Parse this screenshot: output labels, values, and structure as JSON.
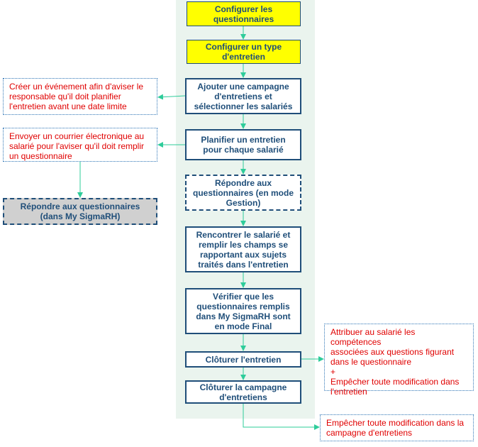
{
  "steps": [
    {
      "id": "s1",
      "lines": [
        "Configurer les",
        "questionnaires"
      ]
    },
    {
      "id": "s2",
      "lines": [
        "Configurer un type",
        "d'entretien"
      ]
    },
    {
      "id": "s3",
      "lines": [
        "Ajouter une campagne",
        "d'entretiens et",
        "sélectionner les salariés"
      ]
    },
    {
      "id": "s4",
      "lines": [
        "Planifier un entretien",
        "pour chaque salarié"
      ]
    },
    {
      "id": "s5",
      "lines": [
        "Répondre aux",
        "questionnaires (en mode",
        "Gestion)"
      ]
    },
    {
      "id": "s6",
      "lines": [
        "Rencontrer le salarié et",
        "remplir les  champs se",
        "rapportant aux sujets",
        "traités dans l'entretien"
      ]
    },
    {
      "id": "s7",
      "lines": [
        "Vérifier que les",
        "questionnaires remplis",
        "dans My SigmaRH sont",
        "en mode Final"
      ]
    },
    {
      "id": "s8",
      "lines": [
        "Clôturer l'entretien"
      ]
    },
    {
      "id": "s9",
      "lines": [
        "Clôturer la campagne",
        "d'entretiens"
      ]
    }
  ],
  "notes": {
    "event": [
      "Créer un événement afin d'aviser  le",
      "responsable qu'il doit planifier",
      "l'entretien avant une date limite"
    ],
    "email": [
      "Envoyer un courrier électronique au",
      "salarié pour l'aviser qu'il doit remplir",
      "un questionnaire"
    ],
    "competences": [
      "Attribuer au salarié les compétences",
      "associées aux questions figurant",
      "dans le questionnaire",
      "+",
      "Empêcher toute modification dans",
      "l'entretien"
    ],
    "campaign_lock": [
      "Empêcher toute modification dans la",
      "campagne d'entretiens"
    ]
  },
  "self_service": {
    "lines": [
      "Répondre aux questionnaires",
      "(dans My SigmaRH)"
    ]
  },
  "colors": {
    "lane": "#eaf4ee",
    "step_text": "#1f4e79",
    "highlight": "#ffff00",
    "note_text": "#e00000",
    "note_border": "#2e75b6",
    "arrow": "#2ecc9a",
    "self_service_bg": "#d0d0d0"
  }
}
